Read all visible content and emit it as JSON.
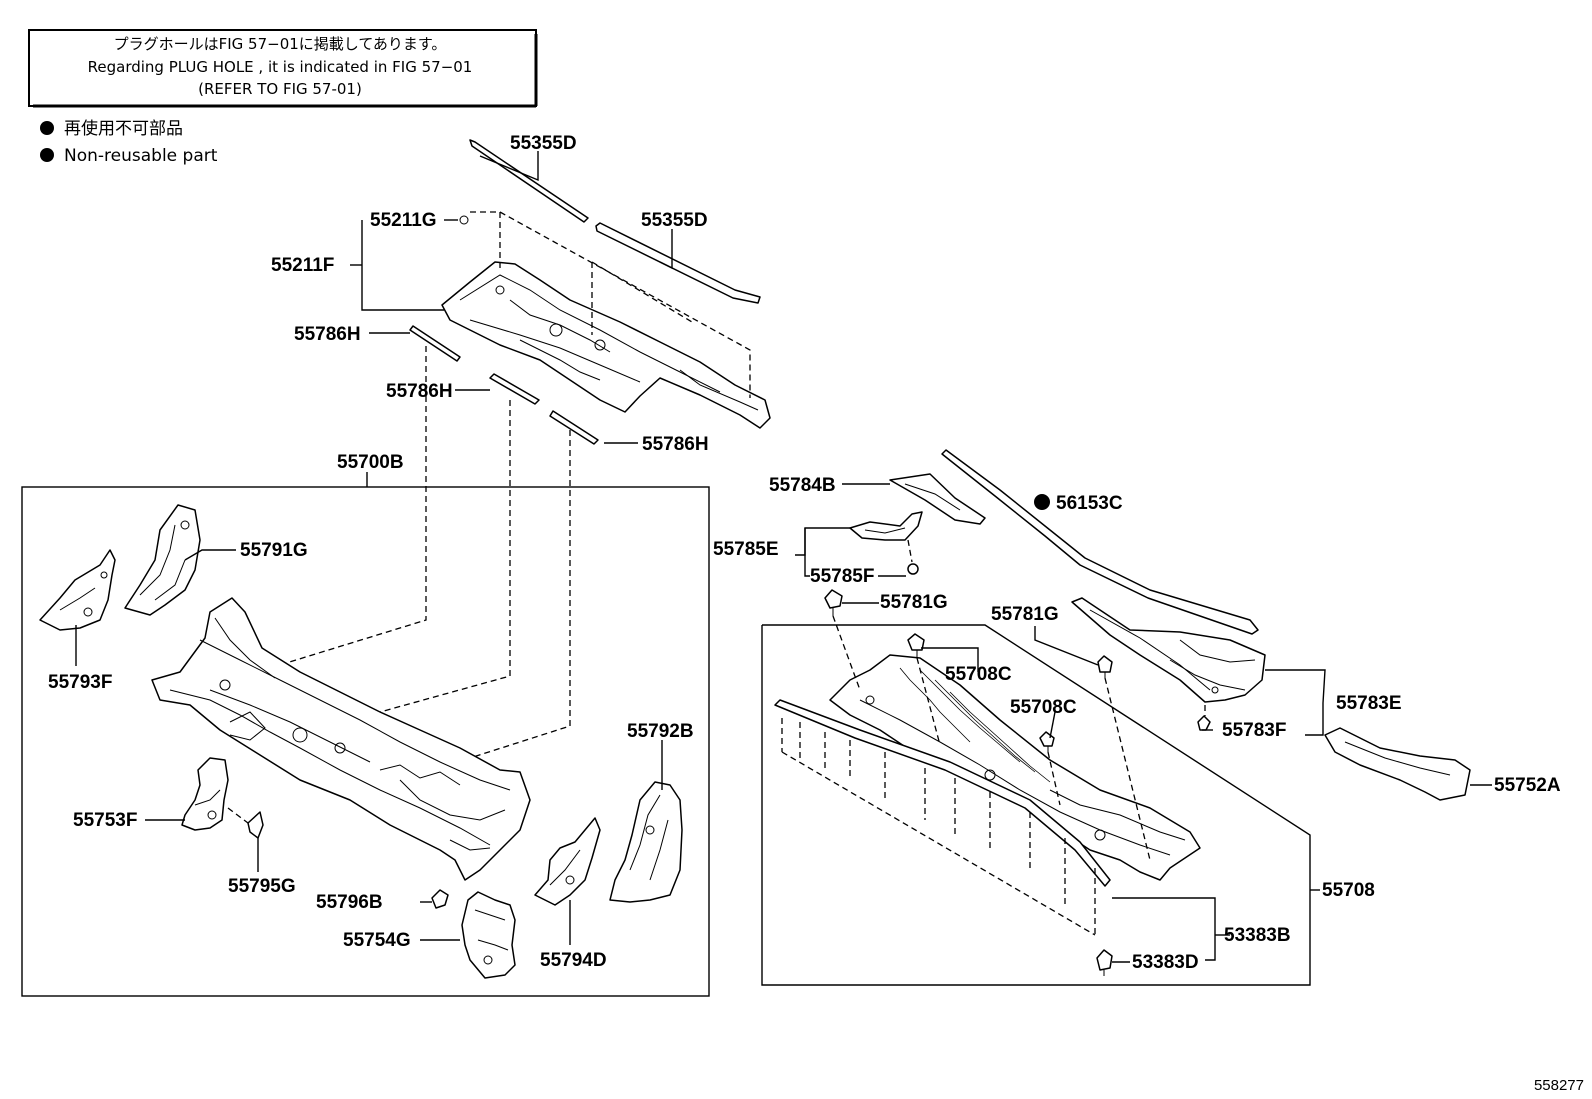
{
  "note": {
    "line_jp": "プラグホールはFIG 57−01に掲載してあります。",
    "line_en": "Regarding  PLUG  HOLE , it is indicated in FIG  57−01",
    "line_ref": "(REFER  TO  FIG 57-01)"
  },
  "legend": {
    "jp": "再使用不可部品",
    "en": "Non-reusable part"
  },
  "labels": {
    "p55355D_a": "55355D",
    "p55355D_b": "55355D",
    "p55211G": "55211G",
    "p55211F": "55211F",
    "p55786H_a": "55786H",
    "p55786H_b": "55786H",
    "p55786H_c": "55786H",
    "p55700B": "55700B",
    "p55791G": "55791G",
    "p55793F": "55793F",
    "p55792B": "55792B",
    "p55753F": "55753F",
    "p55795G": "55795G",
    "p55796B": "55796B",
    "p55754G": "55754G",
    "p55794D": "55794D",
    "p55784B": "55784B",
    "p56153C": "56153C",
    "p55785E": "55785E",
    "p55785F": "55785F",
    "p55781G_a": "55781G",
    "p55781G_b": "55781G",
    "p55708C_a": "55708C",
    "p55708C_b": "55708C",
    "p55783E": "55783E",
    "p55783F": "55783F",
    "p55752A": "55752A",
    "p55708": "55708",
    "p53383B": "53383B",
    "p53383D": "53383D"
  },
  "diagram_id": "558277"
}
